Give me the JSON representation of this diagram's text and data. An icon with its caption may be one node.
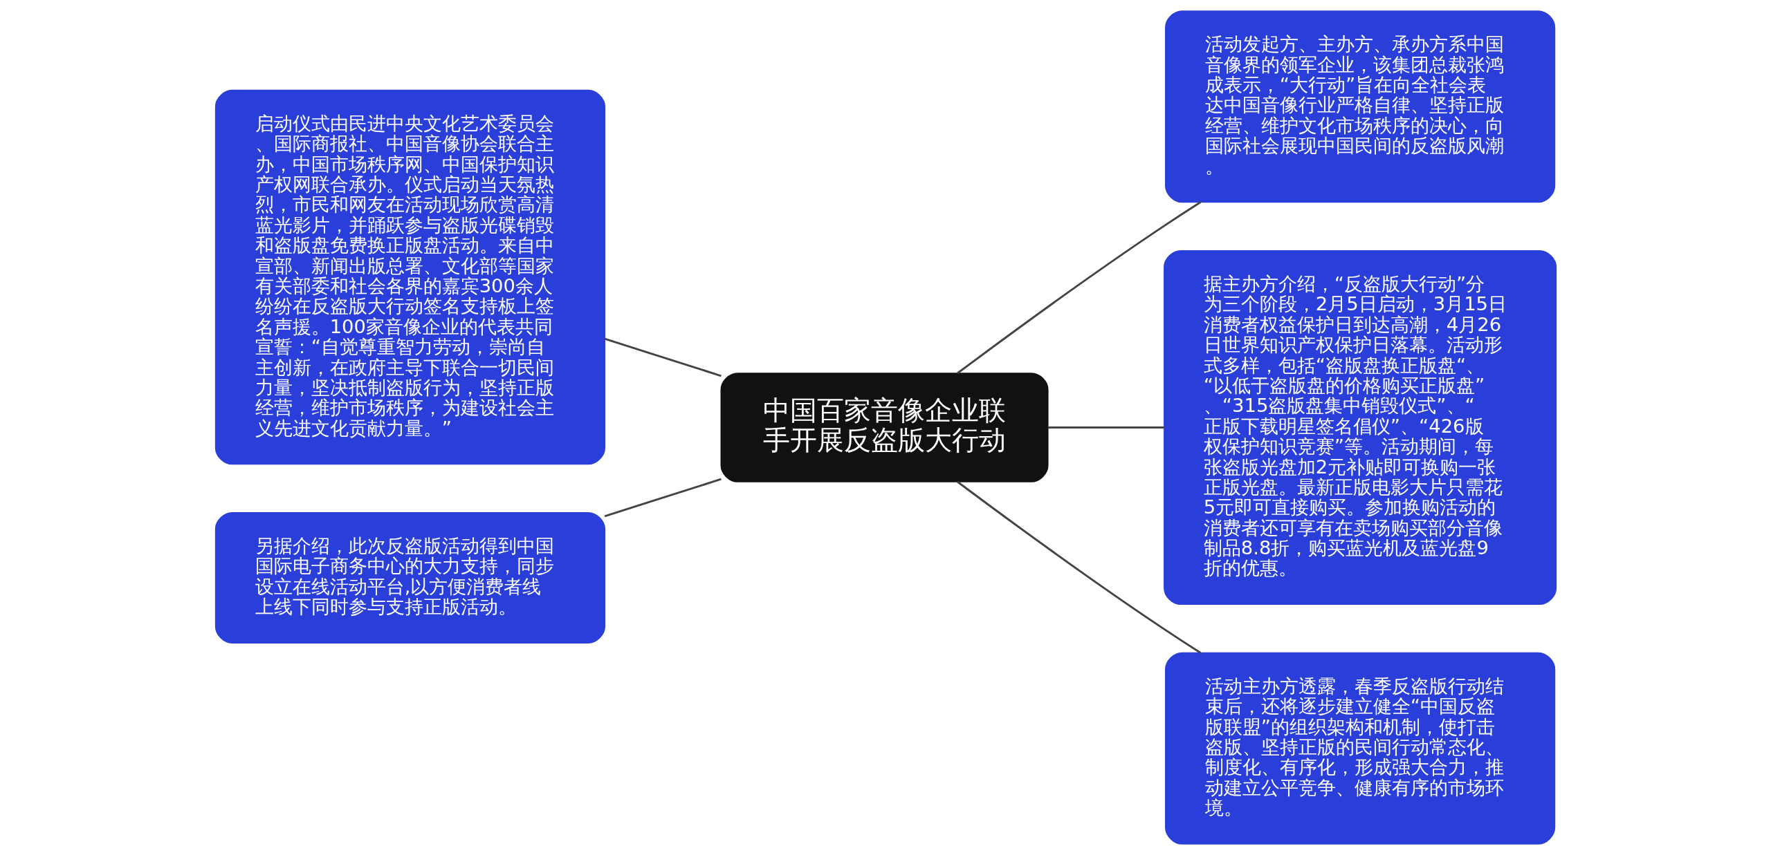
{
  "diagram": {
    "nodes": [
      {
        "text": [
          "中国百家音像企业联手开展反盗版大行动"
        ]
      },
      {
        "text": [
          "启动仪式由民进中央文化艺术委员会、国际商报社、中国音像协会联合主办，中国市场秩序网、中国保护知识产权网联合承办。仪式启动当天氛热烈，市民和网友在活动现场欣赏高清蓝光影片，并踊跃参与盗版光碟销毁和盗版盘免费换正版盘活动。来自中宣部、新闻出版总署、文化部等国家有关部委和社会各界的嘉宾300余人纷纷在反盗版大行动签名支持板上签名声援。100家音像企业的代表共同宣誓：“自觉尊重智力劳动，崇尚自主创新，在政府主导下联合一切民间力量，坚决抵制盗版行为，坚持正版经营，维护市场秩序，为建设社会主义先进文化贡献力量。”"
        ]
      },
      {
        "text": [
          "另据介绍，此次反盗版活动得到中国国际电子商务中心的大力支持，同步设立在线活动平台,以方便消费者线上线下同时参与支持正版活动。"
        ]
      },
      {
        "text": [
          "活动发起方、主办方、承办方系中国音像界的领军企业，该集团总裁张鸿成表示，“大行动”旨在向全社会表达中国音像行业严格自律、坚持正版经营、维护文化市场秩序的决心，向国际社会展现中国民间的反盗版风潮。"
        ]
      },
      {
        "text": [
          "据主办方介绍，“反盗版大行动”分为三个阶段，2月5日启动，3月15日消费者权益保护日到达高潮，4月26日世界知识产权保护日落幕。活动形式多样，包括“盗版盘换正版盘“、“以低于盗版盘的价格购买正版盘”、“315盗版盘集中销毁仪式”、“正版下载明星签名倡仪”、“426版权保护知识竞赛”等。活动期间，每张盗版光盘加2元补贴即可换购一张正版光盘。最新正版电影大片只需花5元即可直接购买。参加换购活动的消费者还可享有在卖场购买部分音像制品8.8折，购买蓝光机及蓝光盘9折的优惠。"
        ]
      },
      {
        "text": [
          "活动主办方透露，春季反盗版行动结束后，还将逐步建立健全“中国反盗版联盟”的组织架构和机制，使打击盗版、坚持正版的民间行动常态化、制度化、有序化，形成强大合力，推动建立公平竞争、健康有序的市场环境。"
        ]
      }
    ],
    "edges": [
      {
        "from": 1,
        "to": 0,
        "arrow": "none"
      },
      {
        "from": 2,
        "to": 0,
        "arrow": "none"
      },
      {
        "from": 0,
        "to": 3,
        "arrow": "none"
      },
      {
        "from": 0,
        "to": 4,
        "arrow": "none"
      },
      {
        "from": 0,
        "to": 5,
        "arrow": "none"
      }
    ]
  }
}
